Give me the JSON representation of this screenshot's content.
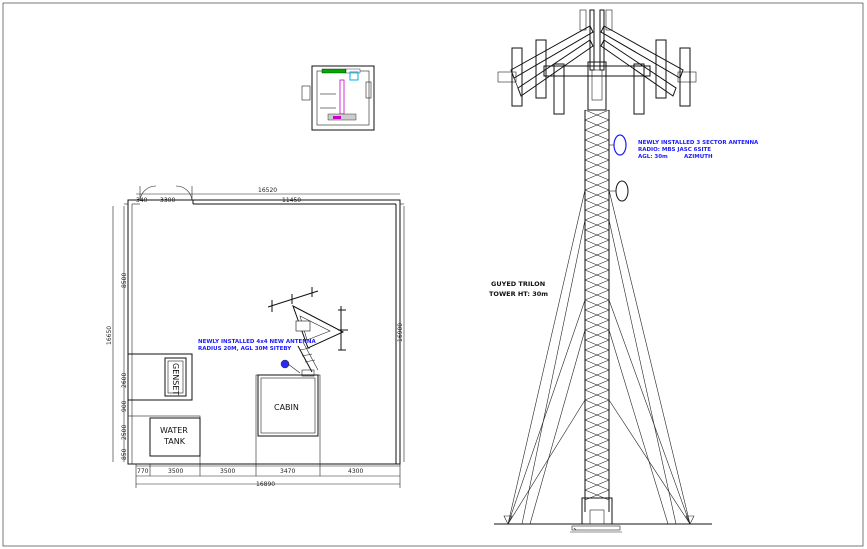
{
  "plan": {
    "dims": {
      "top_total": "16520",
      "top_inner": "11450",
      "top_left_a": "340",
      "top_left_b": "3300",
      "bottom_a": "770",
      "bottom_b": "3500",
      "bottom_c": "3500",
      "bottom_d": "3470",
      "bottom_e": "4300",
      "bottom_total": "16890",
      "left_total": "16650",
      "left_a": "8500",
      "left_b": "2600",
      "left_c": "900",
      "left_d": "2500",
      "left_e": "850",
      "right_total": "16900"
    },
    "labels": {
      "genset": "GENSET",
      "water_tank_1": "WATER",
      "water_tank_2": "TANK",
      "cabin": "CABIN"
    },
    "note_1": "NEWLY INSTALLED 4x4 NEW ANTENNA",
    "note_2": "RADIUS 20M, AGL 30M SITEBY"
  },
  "tower": {
    "label_1": "GUYED TRILON",
    "label_2": "TOWER HT: 30m",
    "note_1": "NEWLY INSTALLED 3 SECTOR ANTENNA",
    "note_2": "RADIO: MBS JASC 6SITE",
    "note_3": "AGL: 30m",
    "note_4": "AZIMUTH"
  },
  "colors": {
    "line": "#111111",
    "note_blue": "#1a1aff",
    "magenta": "#cc00cc",
    "green": "#00aa00",
    "cyan": "#00aaee"
  }
}
